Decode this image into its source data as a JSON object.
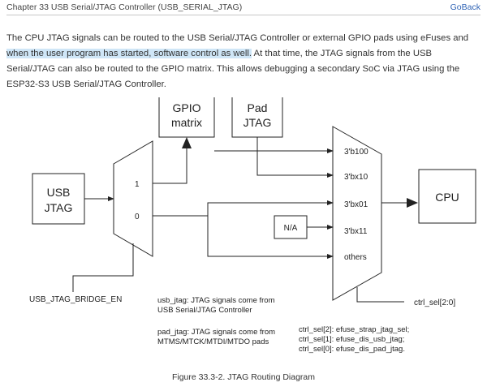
{
  "header": {
    "chapter": "Chapter 33  USB Serial/JTAG Controller (USB_SERIAL_JTAG)",
    "goback": "GoBack"
  },
  "paragraph": {
    "part1": "The CPU JTAG signals can be routed to the USB Serial/JTAG Controller or external GPIO pads using eFuses and ",
    "highlight": "when the user program has started, software control as well.",
    "part2": " At that time, the JTAG signals from the USB Serial/JTAG can also be routed to the GPIO matrix. This allows debugging a secondary SoC via JTAG using the ESP32-S3 USB Serial/JTAG Controller."
  },
  "diagram": {
    "usb_jtag_line1": "USB",
    "usb_jtag_line2": "JTAG",
    "gpio_matrix_line1": "GPIO",
    "gpio_matrix_line2": "matrix",
    "pad_jtag_line1": "Pad",
    "pad_jtag_line2": "JTAG",
    "cpu": "CPU",
    "na": "N/A",
    "demux_in1": "1",
    "demux_in0": "0",
    "mux_inputs": [
      "3'b100",
      "3'bx10",
      "3'bx01",
      "3'bx11",
      "others"
    ],
    "bridge_label": "USB_JTAG_BRIDGE_EN",
    "ctrl_sel_label": "ctrl_sel[2:0]",
    "note_usb_line1": "usb_jtag: JTAG signals come from",
    "note_usb_line2": "USB Serial/JTAG  Controller",
    "note_pad_line1": "pad_jtag: JTAG signals come from",
    "note_pad_line2": "MTMS/MTCK/MTDI/MTDO pads",
    "ctrl_line1": "ctrl_sel[2]: efuse_strap_jtag_sel;",
    "ctrl_line2": "ctrl_sel[1]: efuse_dis_usb_jtag;",
    "ctrl_line3": "ctrl_sel[0]: efuse_dis_pad_jtag."
  },
  "caption": "Figure 33.3-2. JTAG Routing Diagram"
}
